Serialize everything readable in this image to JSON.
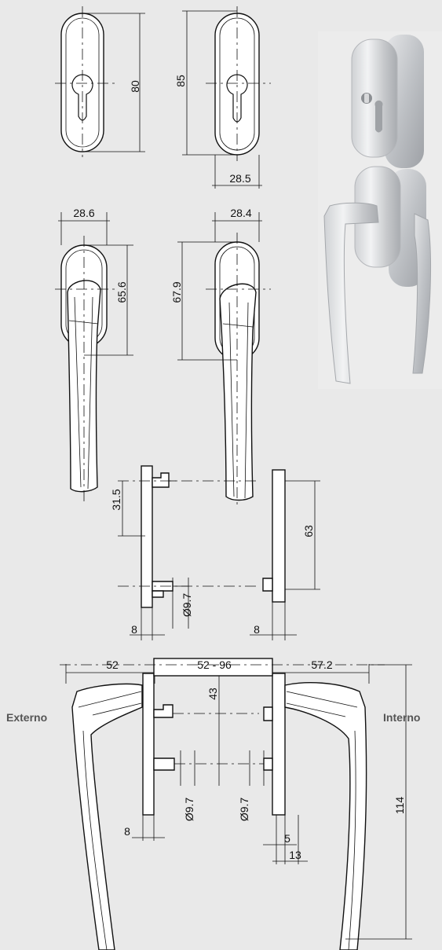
{
  "labels": {
    "externo": "Externo",
    "interno": "Interno"
  },
  "dimensions": {
    "rosette_height_a": "80",
    "rosette_height_b": "85",
    "rosette_width_b": "28.5",
    "handle_width_a": "28.6",
    "handle_width_b": "28.4",
    "handle_height_a": "65.6",
    "handle_height_b": "67.9",
    "pin_offset": "31.5",
    "screw_spacing": "63",
    "pin_diameter": "Ø9.7",
    "plate_thickness_a": "8",
    "plate_thickness_b": "8",
    "ext_length": "52",
    "door_range": "52 - 96",
    "int_length": "57.2",
    "spindle_offset": "43",
    "pin_diameter_left": "Ø9.7",
    "pin_diameter_right": "Ø9.7",
    "plate_thickness_c": "8",
    "inset_small": "5",
    "inset_13": "13",
    "handle_drop": "114"
  },
  "colors": {
    "background": "#e9e9e9",
    "line": "#111111",
    "photo_bg": "#ffffff"
  }
}
